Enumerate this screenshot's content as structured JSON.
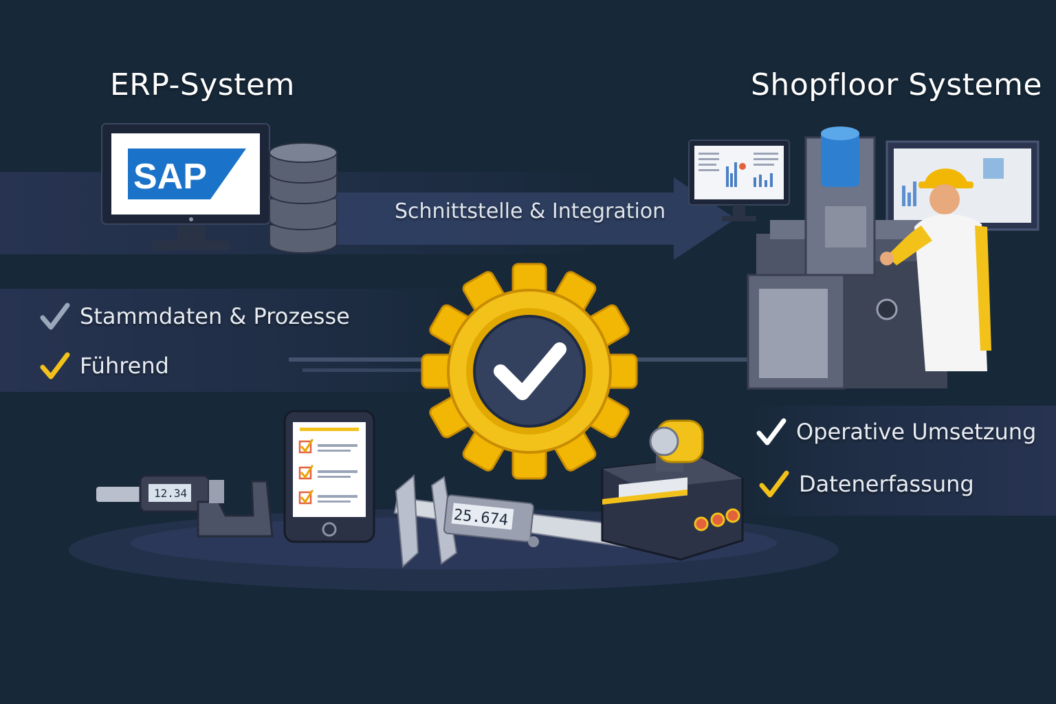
{
  "erp": {
    "title": "ERP-System",
    "logo_text": "SAP",
    "features": [
      {
        "label": "Stammdaten & Prozesse",
        "check_color": "#9aa7bb"
      },
      {
        "label": "Führend",
        "check_color": "#f2c21b"
      }
    ]
  },
  "shopfloor": {
    "title": "Shopfloor Systeme",
    "features": [
      {
        "label": "Operative Umsetzung",
        "check_color": "#ffffff"
      },
      {
        "label": "Datenerfassung",
        "check_color": "#f2c21b"
      }
    ]
  },
  "integration": {
    "label": "Schnittstelle & Integration"
  },
  "instruments": {
    "micrometer_readout": "12.34",
    "caliper_readout": "25.674"
  },
  "colors": {
    "background": "#172838",
    "accent_yellow": "#f2c21b",
    "sap_blue": "#1a73c9",
    "panel": "#2a3656"
  },
  "icons": [
    "sap-monitor-icon",
    "database-icon",
    "gear-check-icon",
    "dashboard-monitor-icon",
    "cnc-machine-icon",
    "worker-icon",
    "micrometer-icon",
    "checklist-tablet-icon",
    "caliper-icon",
    "measurement-device-icon"
  ]
}
